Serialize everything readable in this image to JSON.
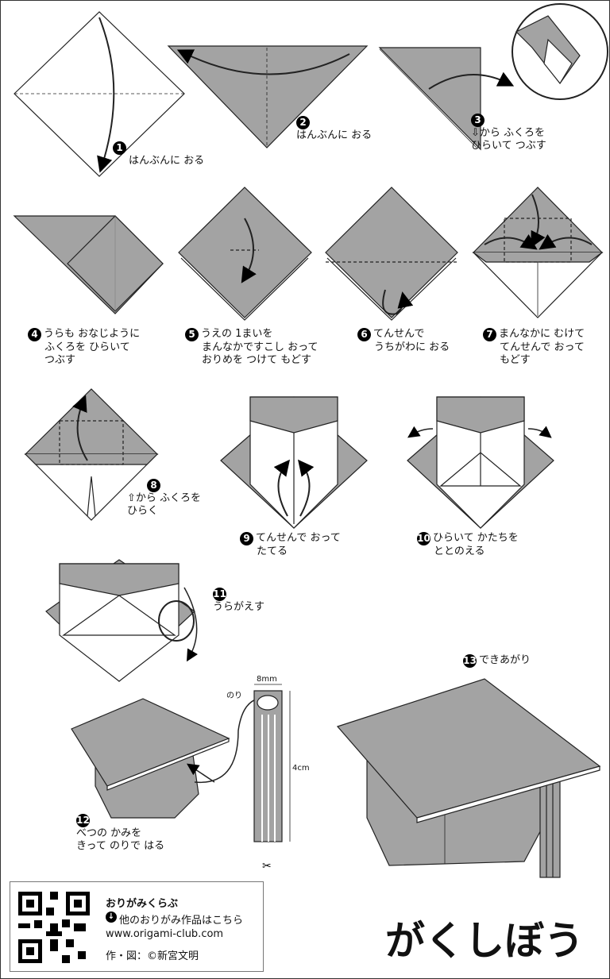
{
  "steps": [
    {
      "num": "1",
      "lines": [
        "はんぶんに おる"
      ]
    },
    {
      "num": "2",
      "lines": [
        "はんぶんに おる"
      ]
    },
    {
      "num": "3",
      "lines": [
        "⇩から ふくろを",
        "ひらいて つぶす"
      ]
    },
    {
      "num": "4",
      "lines": [
        "うらも おなじように",
        "ふくろを ひらいて",
        "つぶす"
      ]
    },
    {
      "num": "5",
      "lines": [
        "うえの 1まいを",
        "まんなかですこし おって",
        "おりめを つけて もどす"
      ]
    },
    {
      "num": "6",
      "lines": [
        "てんせんで",
        "うちがわに おる"
      ]
    },
    {
      "num": "7",
      "lines": [
        "まんなかに むけて",
        "てんせんで おって",
        "もどす"
      ]
    },
    {
      "num": "8",
      "lines": [
        "⇧から ふくろを",
        "ひらく"
      ]
    },
    {
      "num": "9",
      "lines": [
        "てんせんで おって",
        "たてる"
      ]
    },
    {
      "num": "10",
      "lines": [
        "ひらいて かたちを",
        "ととのえる"
      ]
    },
    {
      "num": "11",
      "lines": [
        "うらがえす"
      ]
    },
    {
      "num": "12",
      "lines": [
        "べつの かみを",
        "きって のりで はる"
      ]
    },
    {
      "num": "13",
      "lines": [
        "できあがり"
      ]
    }
  ],
  "labels": {
    "glue": "のり",
    "width": "8mm",
    "length": "4cm"
  },
  "footer": {
    "name": "おりがみくらぶ",
    "more": "他のおりがみ作品はこちら",
    "url": "www.origami-club.com",
    "credit": "作・図：©新宮文明"
  },
  "title": "がくしぼう",
  "colors": {
    "paper_gray": "#a3a3a3",
    "paper_white": "#ffffff",
    "line": "#222222"
  }
}
